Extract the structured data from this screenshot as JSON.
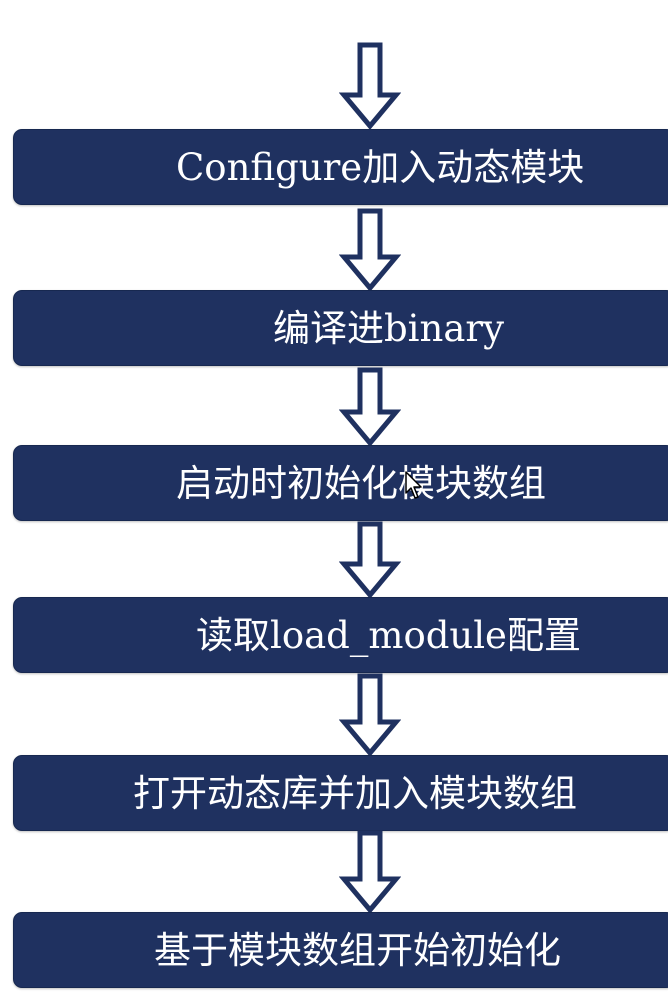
{
  "steps": [
    {
      "label": "Configure加入动态模块"
    },
    {
      "label": "编译进binary"
    },
    {
      "label": "启动时初始化模块数组"
    },
    {
      "label": "读取load_module配置"
    },
    {
      "label": "打开动态库并加入模块数组"
    },
    {
      "label": "基于模块数组开始初始化"
    }
  ],
  "colors": {
    "box_fill": "#1f3160",
    "arrow_stroke": "#1f3160",
    "text": "#ffffff",
    "background": "#ffffff"
  },
  "icons": {
    "flow_arrow": "down-arrow-icon",
    "pointer": "mouse-cursor-icon"
  }
}
